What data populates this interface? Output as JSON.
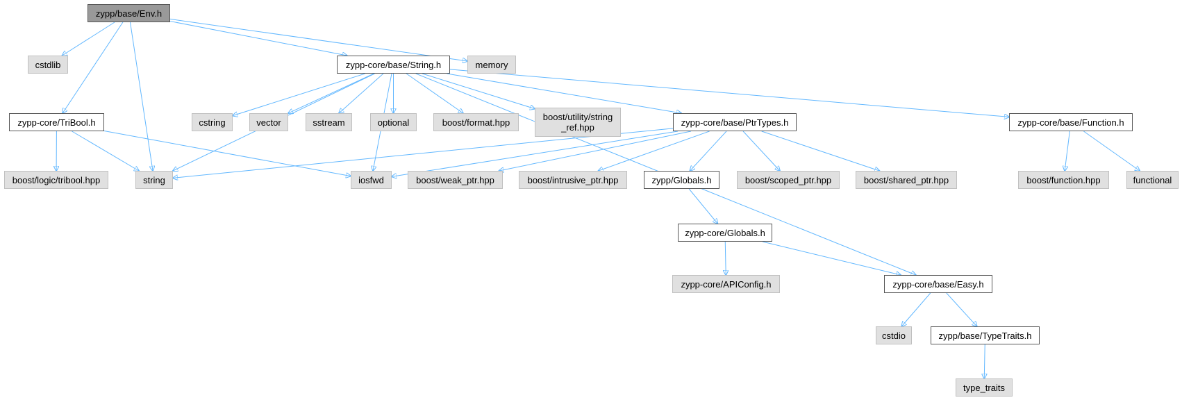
{
  "diagram": {
    "colors": {
      "edge": "#63b8ff",
      "root_fill": "#999999",
      "local_fill": "#ffffff",
      "system_fill": "#e0e0e0"
    },
    "nodes": {
      "env": "zypp/base/Env.h",
      "cstdlib": "cstdlib",
      "string_h": "zypp-core/base/String.h",
      "memory": "memory",
      "tribool_h": "zypp-core/TriBool.h",
      "cstring": "cstring",
      "vector": "vector",
      "sstream": "sstream",
      "optional": "optional",
      "boost_format": "boost/format.hpp",
      "boost_string_ref_line1": "boost/utility/string",
      "boost_string_ref_line2": "_ref.hpp",
      "ptrtypes_h": "zypp-core/base/PtrTypes.h",
      "function_h": "zypp-core/base/Function.h",
      "boost_tribool": "boost/logic/tribool.hpp",
      "string": "string",
      "iosfwd": "iosfwd",
      "boost_weak_ptr": "boost/weak_ptr.hpp",
      "boost_intrusive_ptr": "boost/intrusive_ptr.hpp",
      "zypp_globals_h": "zypp/Globals.h",
      "boost_scoped_ptr": "boost/scoped_ptr.hpp",
      "boost_shared_ptr": "boost/shared_ptr.hpp",
      "boost_function": "boost/function.hpp",
      "functional": "functional",
      "core_globals_h": "zypp-core/Globals.h",
      "apiconfig_h": "zypp-core/APIConfig.h",
      "easy_h": "zypp-core/base/Easy.h",
      "cstdio": "cstdio",
      "typetraits_h": "zypp/base/TypeTraits.h",
      "type_traits": "type_traits"
    },
    "edges": [
      [
        "env",
        "cstdlib"
      ],
      [
        "env",
        "string_h"
      ],
      [
        "env",
        "memory"
      ],
      [
        "env",
        "tribool_h"
      ],
      [
        "env",
        "string"
      ],
      [
        "string_h",
        "string"
      ],
      [
        "string_h",
        "cstring"
      ],
      [
        "string_h",
        "vector"
      ],
      [
        "string_h",
        "sstream"
      ],
      [
        "string_h",
        "optional"
      ],
      [
        "string_h",
        "boost_format"
      ],
      [
        "string_h",
        "boost_string_ref"
      ],
      [
        "string_h",
        "ptrtypes_h"
      ],
      [
        "string_h",
        "function_h"
      ],
      [
        "string_h",
        "easy_h"
      ],
      [
        "string_h",
        "iosfwd"
      ],
      [
        "tribool_h",
        "boost_tribool"
      ],
      [
        "tribool_h",
        "string"
      ],
      [
        "tribool_h",
        "iosfwd"
      ],
      [
        "ptrtypes_h",
        "string"
      ],
      [
        "ptrtypes_h",
        "iosfwd"
      ],
      [
        "ptrtypes_h",
        "boost_weak_ptr"
      ],
      [
        "ptrtypes_h",
        "boost_intrusive_ptr"
      ],
      [
        "ptrtypes_h",
        "zypp_globals_h"
      ],
      [
        "ptrtypes_h",
        "boost_scoped_ptr"
      ],
      [
        "ptrtypes_h",
        "boost_shared_ptr"
      ],
      [
        "function_h",
        "boost_function"
      ],
      [
        "function_h",
        "functional"
      ],
      [
        "zypp_globals_h",
        "core_globals_h"
      ],
      [
        "core_globals_h",
        "apiconfig_h"
      ],
      [
        "core_globals_h",
        "easy_h"
      ],
      [
        "easy_h",
        "cstdio"
      ],
      [
        "easy_h",
        "typetraits_h"
      ],
      [
        "typetraits_h",
        "type_traits"
      ]
    ]
  }
}
